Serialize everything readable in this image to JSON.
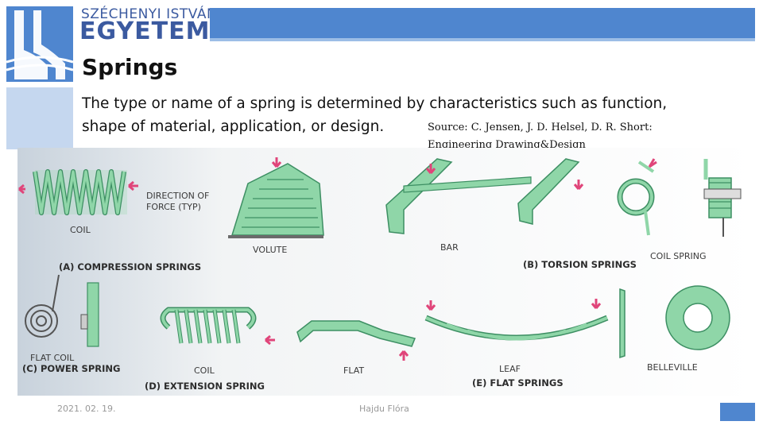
{
  "header": {
    "university_line1": "SZÉCHENYI ISTVÁN",
    "university_line2": "EGYETEM"
  },
  "slide": {
    "title": "Springs",
    "body": "The type or name of a spring is determined by characteristics  such as function, shape of material, application, or design.",
    "source_line1": "Source: C. Jensen, J. D. Helsel, D. R. Short:",
    "source_line2": "Engineering Drawing&Design"
  },
  "figure": {
    "labels": {
      "direction": "DIRECTION OF",
      "force": "FORCE (TYP)",
      "coil": "COIL",
      "compression": "(A) COMPRESSION SPRINGS",
      "volute": "VOLUTE",
      "bar": "BAR",
      "torsion": "(B) TORSION SPRINGS",
      "coil_spring": "COIL SPRING",
      "flat_coil": "FLAT COIL",
      "power": "(C) POWER SPRING",
      "ext_coil": "COIL",
      "extension": "(D) EXTENSION SPRING",
      "flat": "FLAT",
      "leaf": "LEAF",
      "flat_springs": "(E) FLAT SPRINGS",
      "belleville": "BELLEVILLE"
    }
  },
  "footer": {
    "date": "2021. 02. 19.",
    "author": "Hajdu Flóra"
  },
  "colors": {
    "brand_blue": "#4f86cf",
    "spring_green": "#8fd6a8",
    "arrow_pink": "#e0457a"
  }
}
